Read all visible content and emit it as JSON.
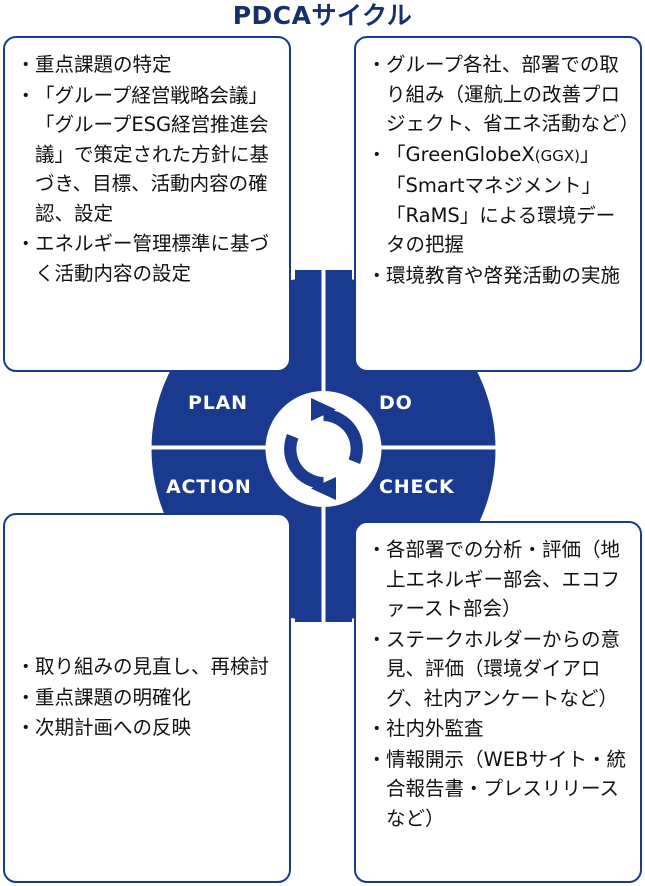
{
  "title": "PDCAサイクル",
  "colors": {
    "brand_blue": "#1a3a8f",
    "title_navy": "#16306b",
    "box_border": "#1a3a8f",
    "label_white": "#ffffff",
    "text_black": "#111111"
  },
  "wheel": {
    "center_icon": "cycle-arrows-icon",
    "quadrants": [
      {
        "key": "plan",
        "label": "PLAN"
      },
      {
        "key": "do",
        "label": "DO"
      },
      {
        "key": "action",
        "label": "ACTION"
      },
      {
        "key": "check",
        "label": "CHECK"
      }
    ]
  },
  "boxes": {
    "plan": {
      "quadrant": "PLAN",
      "bullets": [
        "重点課題の特定",
        "「グループ経営戦略会議」「グループESG経営推進会議」で策定された方針に基づき、目標、活動内容の確認、設定",
        "エネルギー管理標準に基づく活動内容の設定"
      ]
    },
    "do": {
      "quadrant": "DO",
      "bullets": [
        "グループ各社、部署での取り組み（運航上の改善プロジェクト、省エネ活動など）",
        "「GreenGlobeX（GGX）」「Smartマネジメント」「RaMS」による環境データの把握",
        "環境教育や啓発活動の実施"
      ],
      "bullet2_parts": {
        "pre": "「GreenGlobeX",
        "small": "(GGX)",
        "post": "」「Smartマネジメント」「RaMS」による環境データの把握"
      }
    },
    "action": {
      "quadrant": "ACTION",
      "bullets": [
        "取り組みの見直し、再検討",
        "重点課題の明確化",
        "次期計画への反映"
      ]
    },
    "check": {
      "quadrant": "CHECK",
      "bullets": [
        "各部署での分析・評価（地上エネルギー部会、エコファースト部会）",
        "ステークホルダーからの意見、評価（環境ダイアログ、社内アンケートなど）",
        "社内外監査",
        "情報開示（WEBサイト・統合報告書・プレスリリースなど）"
      ]
    }
  }
}
